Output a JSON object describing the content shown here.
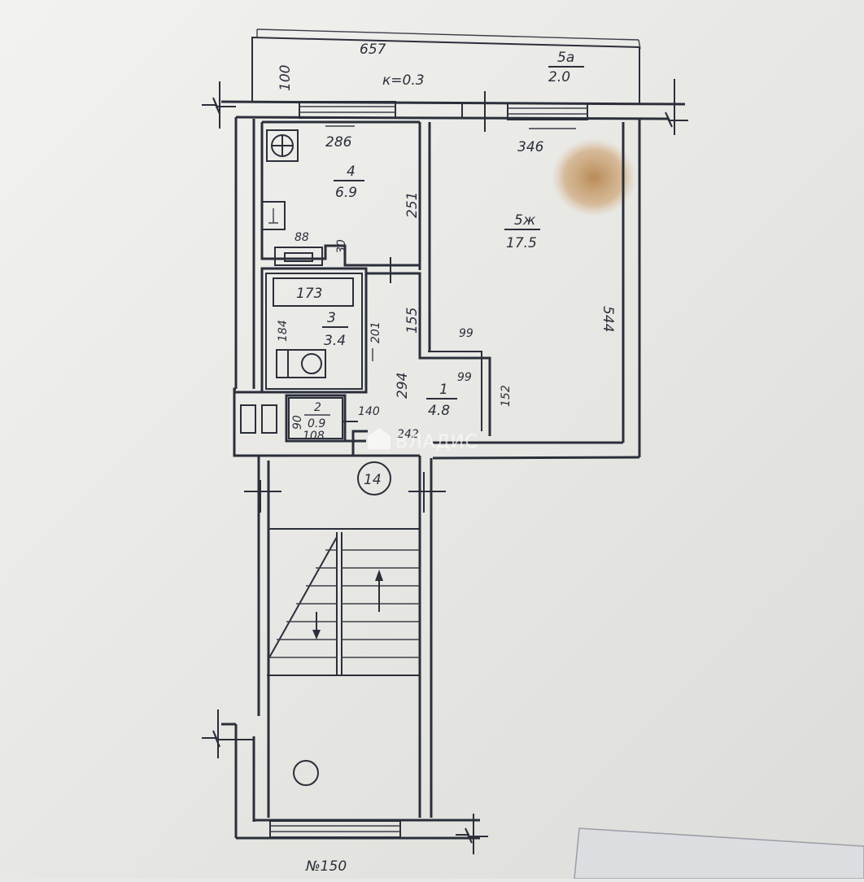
{
  "plan": {
    "balcony": {
      "width": "657",
      "depth": "100",
      "coef": "к=0.3",
      "room_no": "5а",
      "area": "2.0"
    },
    "kitchen": {
      "room_no": "4",
      "area": "6.9",
      "width": "286",
      "depth": "251"
    },
    "living": {
      "room_no": "5ж",
      "area": "17.5",
      "width": "346",
      "depth": "544"
    },
    "bathroom": {
      "room_no": "3",
      "area": "3.4",
      "depth": "201",
      "side": "184",
      "bath_length": "173"
    },
    "wc": {
      "room_no": "2",
      "area": "0.9",
      "depth": "90",
      "width": "108"
    },
    "hall": {
      "room_no": "1",
      "area": "4.8",
      "dim_a": "294",
      "dim_b": "242",
      "dim_c": "155",
      "dim_d": "99",
      "dim_e": "99",
      "dim_f": "152",
      "dim_g": "140"
    },
    "niche": {
      "width": "88",
      "depth": "30"
    },
    "stair_landing_no": "14",
    "unit_no": "№150"
  },
  "watermark": {
    "text": "ВЛАДИС"
  },
  "colors": {
    "paper": "#e9e9e6",
    "ink": "#2b2f3a",
    "stain": "#b8844a"
  }
}
